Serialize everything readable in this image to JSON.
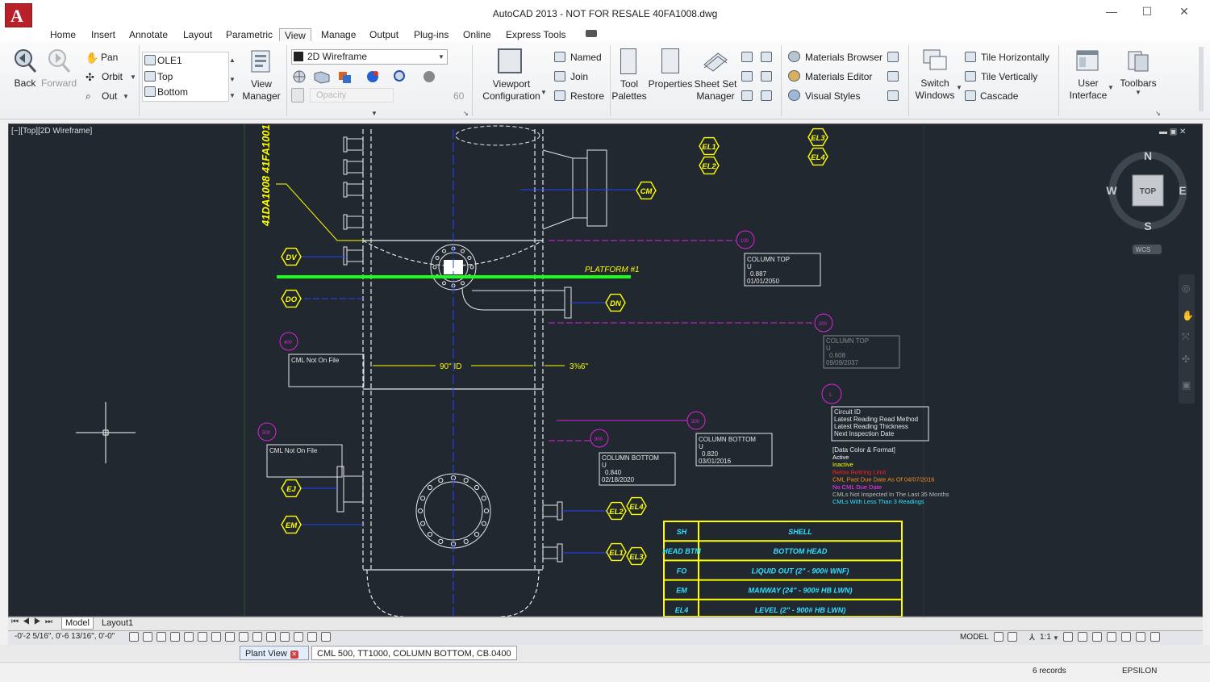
{
  "window": {
    "title": "AutoCAD 2013 - NOT FOR RESALE     40FA1008.dwg",
    "logo_letter": "A",
    "minimize": "—",
    "maximize": "☐",
    "close": "✕"
  },
  "ribbon_tabs": [
    "Home",
    "Insert",
    "Annotate",
    "Layout",
    "Parametric",
    "View",
    "Manage",
    "Output",
    "Plug-ins",
    "Online",
    "Express Tools"
  ],
  "active_tab": "View",
  "ribbon": {
    "navigate": {
      "back": "Back",
      "forward": "Forward",
      "pan": "Pan",
      "orbit": "Orbit",
      "out": "Out"
    },
    "views": {
      "items": [
        "OLE1",
        "Top",
        "Bottom"
      ]
    },
    "view_manager": "View\nManager",
    "visual_style": "2D Wireframe",
    "opacity_label": "Opacity",
    "opacity_value": "60",
    "viewport_config": "Viewport\nConfiguration",
    "viewports": {
      "named": "Named",
      "join": "Join",
      "restore": "Restore"
    },
    "palettes": {
      "tool_palettes": "Tool\nPalettes",
      "properties": "Properties",
      "sheet_set": "Sheet Set\nManager"
    },
    "materials": {
      "browser": "Materials Browser",
      "editor": "Materials Editor",
      "visual_styles": "Visual Styles"
    },
    "windows": {
      "switch": "Switch\nWindows",
      "tile_h": "Tile Horizontally",
      "tile_v": "Tile Vertically",
      "cascade": "Cascade"
    },
    "ui": {
      "user_interface": "User\nInterface",
      "toolbars": "Toolbars"
    }
  },
  "viewport": {
    "label": "[−][Top][2D Wireframe]",
    "viewcube": {
      "n": "N",
      "s": "S",
      "e": "E",
      "w": "W",
      "face": "TOP",
      "wcs": "WCS"
    }
  },
  "drawing": {
    "vessel_ids": "41DA1008  41FA1001",
    "platform": "PLATFORM #1",
    "id_dim": "90\" ID",
    "thickness_dim": "3⅜6\"",
    "nozzles": [
      "DV",
      "DO",
      "CM",
      "DN",
      "EJ",
      "EM",
      "EL1",
      "EL2",
      "EL3",
      "EL4"
    ],
    "cml_tags": [
      {
        "tag": "100",
        "label": "COLUMN TOP",
        "type": "U",
        "value": "0.887",
        "date": "01/01/2050"
      },
      {
        "tag": "200",
        "label": "COLUMN TOP",
        "type": "U",
        "value": "0.608",
        "date": "09/09/2037"
      },
      {
        "tag": "300",
        "label": "COLUMN BOTTOM",
        "type": "U",
        "value": "0.820",
        "date": "03/01/2016"
      },
      {
        "tag": "900",
        "label": "COLUMN BOTTOM",
        "type": "U",
        "value": "0.840",
        "date": "02/18/2020"
      },
      {
        "tag": "400",
        "label": "CML Not On File"
      },
      {
        "tag": "500",
        "label": "CML Not On File"
      }
    ],
    "legend": {
      "tag": "L",
      "lines": [
        "Circuit ID",
        "Latest Reading Read Method",
        "Latest Reading Thickness",
        "Next Inspection Date"
      ],
      "format_title": "[Data Color & Format]",
      "formats": [
        {
          "text": "Active",
          "color": "#ffffff"
        },
        {
          "text": "Inactive",
          "color": "#ffff00"
        },
        {
          "text": "Below Retiring Limit",
          "color": "#ff2020"
        },
        {
          "text": "CML Past Due Date As Of 04/07/2016",
          "color": "#ff8c1a"
        },
        {
          "text": "No CML Due Date",
          "color": "#ff33ff"
        },
        {
          "text": "CMLs Not Inspected In The Last 35 Months",
          "color": "#bbbbbb"
        },
        {
          "text": "CMLs With Less Than 3 Readings",
          "color": "#33e0ff"
        }
      ]
    },
    "schedule": [
      {
        "code": "SH",
        "desc": "SHELL"
      },
      {
        "code": "HEAD BTM",
        "desc": "BOTTOM HEAD"
      },
      {
        "code": "FO",
        "desc": "LIQUID OUT (2\" - 900# WNF)"
      },
      {
        "code": "EM",
        "desc": "MANWAY (24\" - 900# HB LWN)"
      },
      {
        "code": "EL4",
        "desc": "LEVEL (2\" - 900# HB LWN)"
      }
    ]
  },
  "layout_tabs": [
    "Model",
    "Layout1"
  ],
  "status": {
    "coords": "-0'-2 5/16\", 0'-6 13/16\", 0'-0\"",
    "model": "MODEL",
    "scale": "1:1"
  },
  "doc_tabs": [
    "Plant View",
    "CML  500, TT1000, COLUMN BOTTOM, CB.0400"
  ],
  "bottom": {
    "records": "6 records",
    "user": "EPSILON"
  },
  "colors": {
    "canvas": "#212830",
    "cad_white": "#e8e8e8",
    "cad_yellow": "#ffff00",
    "platform": "#1aff1a",
    "magenta": "#dd22dd",
    "blue": "#2244ff"
  }
}
